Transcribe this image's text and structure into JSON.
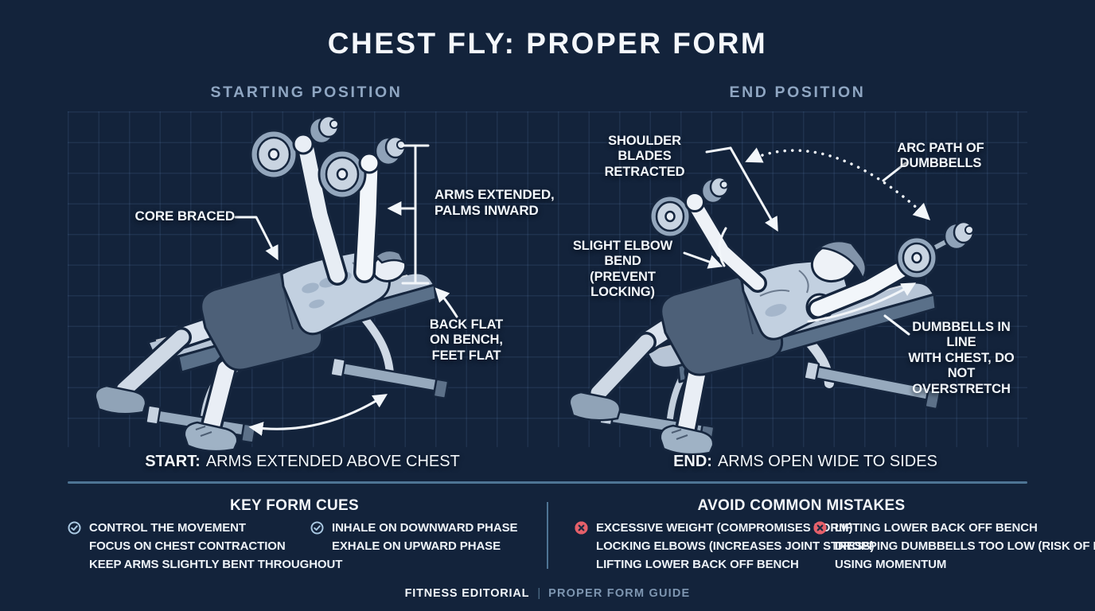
{
  "title": "CHEST FLY: PROPER FORM",
  "panels": {
    "start": {
      "header": "STARTING POSITION",
      "annotations": {
        "core": "CORE BRACED",
        "arms": "ARMS EXTENDED,\nPALMS INWARD",
        "back": "BACK FLAT\nON BENCH,\nFEET FLAT"
      },
      "caption_label": "START:",
      "caption_text": "ARMS EXTENDED ABOVE CHEST"
    },
    "end": {
      "header": "END POSITION",
      "annotations": {
        "shoulder": "SHOULDER BLADES\nRETRACTED",
        "arc": "ARC PATH OF\nDUMBBELLS",
        "elbow": "SLIGHT ELBOW BEND\n(PREVENT LOCKING)",
        "dumbbells": "DUMBBELLS IN LINE\nWITH CHEST, DO\nNOT OVERSTRETCH"
      },
      "caption_label": "END:",
      "caption_text": "ARMS OPEN WIDE TO SIDES"
    }
  },
  "cues": {
    "header": "KEY FORM CUES",
    "col1": [
      "CONTROL THE MOVEMENT",
      "FOCUS ON CHEST CONTRACTION",
      "KEEP ARMS SLIGHTLY BENT THROUGHOUT"
    ],
    "col2": [
      "INHALE ON DOWNWARD PHASE",
      "EXHALE ON UPWARD PHASE"
    ]
  },
  "mistakes": {
    "header": "AVOID COMMON MISTAKES",
    "col1": [
      "EXCESSIVE WEIGHT (COMPROMISES FORM)",
      "LOCKING ELBOWS (INCREASES JOINT STRESS)",
      "LIFTING LOWER BACK OFF BENCH"
    ],
    "col2": [
      "LIFTING LOWER BACK OFF BENCH",
      "DROPPING DUMBBELLS TOO LOW (RISK OF INJURY)",
      "USING MOMENTUM"
    ]
  },
  "footer": {
    "brand": "FITNESS EDITORIAL",
    "separator": "|",
    "subtitle": "PROPER FORM GUIDE"
  },
  "icons": {
    "check": "check-icon",
    "cross": "cross-icon"
  },
  "colors": {
    "background": "#13233b",
    "heading": "#8fa6c2",
    "text": "#f2f6fa",
    "divider": "#4e7494",
    "check": "#a9c8e2",
    "cross": "#e5606a",
    "illustration_light": "#e9eef5",
    "illustration_mid": "#b7c5d6",
    "illustration_dark": "#4d6078"
  }
}
